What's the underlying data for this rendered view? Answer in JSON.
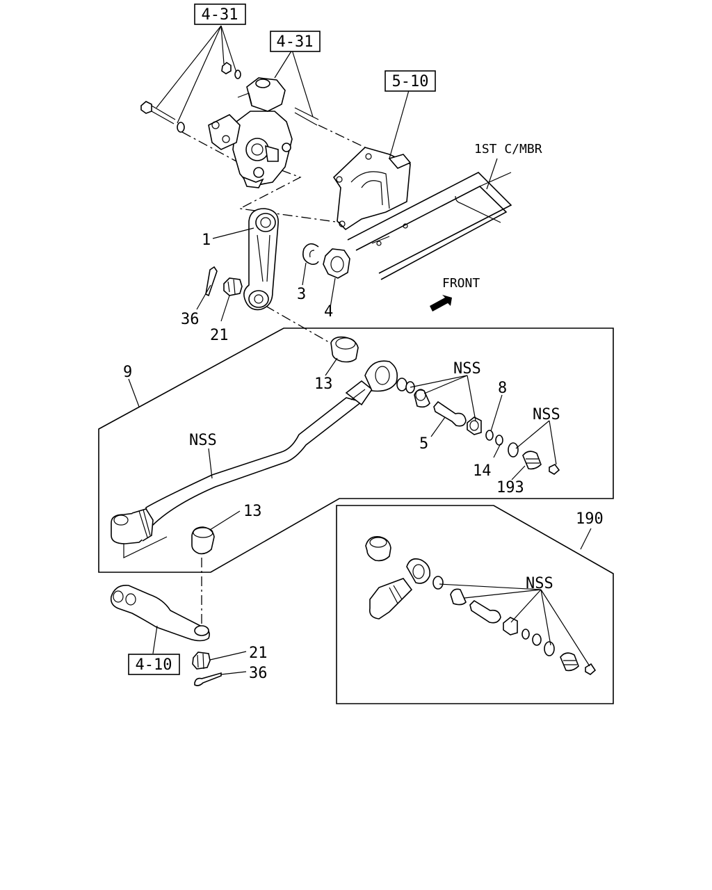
{
  "references": {
    "gearbox_bolts": "4-31",
    "gearbox_body": "4-31",
    "frame_bracket": "5-10",
    "idler_arm": "4-10"
  },
  "notes": {
    "crossmember": "1ST C/MBR",
    "front": "FRONT"
  },
  "callouts": {
    "pitman_arm": "1",
    "lock_washer": "3",
    "nut": "4",
    "cotter_pin_upper": "36",
    "castle_nut_upper": "21",
    "dust_seal_upper": "13",
    "nss_upper": "NSS",
    "snap_ring": "8",
    "ball_stud": "5",
    "nss_right": "NSS",
    "spring_seat": "14",
    "boot": "193",
    "drag_link_assy": "9",
    "nss_rod": "NSS",
    "dust_seal_lower": "13",
    "castle_nut_lower": "21",
    "cotter_pin_lower": "36",
    "end_kit": "190",
    "nss_kit": "NSS"
  }
}
